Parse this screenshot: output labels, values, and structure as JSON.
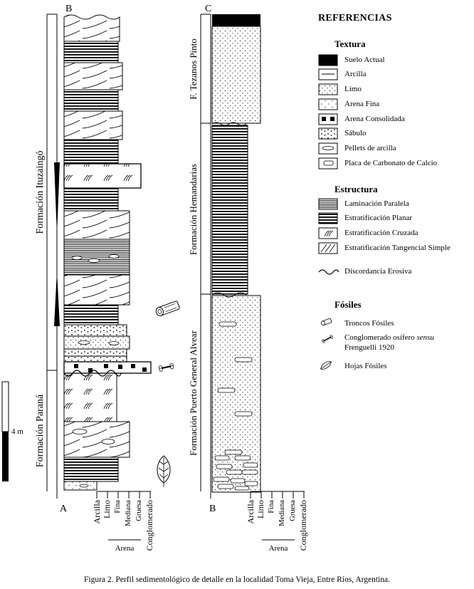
{
  "column_b": {
    "top_letter": "B",
    "bottom_letter": "A",
    "formations": [
      "Formación Ituzaingó",
      "Formación Paraná"
    ],
    "scale_label": "4 m"
  },
  "column_c": {
    "top_letter": "C",
    "bottom_letter": "B",
    "formations": [
      "F. Tezanos Pinto",
      "Formación Hemandarias",
      "Formación Puerto General Alvear"
    ]
  },
  "grain_axis": {
    "labels": [
      "Arcilla",
      "Limo",
      "Fina",
      "Mediana",
      "Gruesa",
      "Conglomerado"
    ],
    "group_label": "Arena"
  },
  "references": {
    "title": "REFERENCIAS",
    "textura_title": "Textura",
    "textura": [
      "Suelo Actual",
      "Arcilla",
      "Limo",
      "Arena Fina",
      "Arena Consolidada",
      "Sábulo",
      "Pellets de arcilla",
      "Placa de Carbonato de Calcio"
    ],
    "estructura_title": "Estructura",
    "estructura": [
      "Laminación Paralela",
      "Estratificación Planar",
      "Estratificación Cruzada",
      "Estratificación Tangencial Simple"
    ],
    "discordancia": "Discordancia Erosiva",
    "fosiles_title": "Fósiles",
    "fosiles": [
      "Troncos Fósiles",
      "Conglomerado osífero",
      "Hojas Fósiles"
    ],
    "fosil_sensu": "sensu",
    "fosil_author": "Frenguelli 1920"
  },
  "caption": "Figura 2. Perfil sedimentológico de detalle en la localidad Toma Vieja, Entre Ríos, Argentina."
}
